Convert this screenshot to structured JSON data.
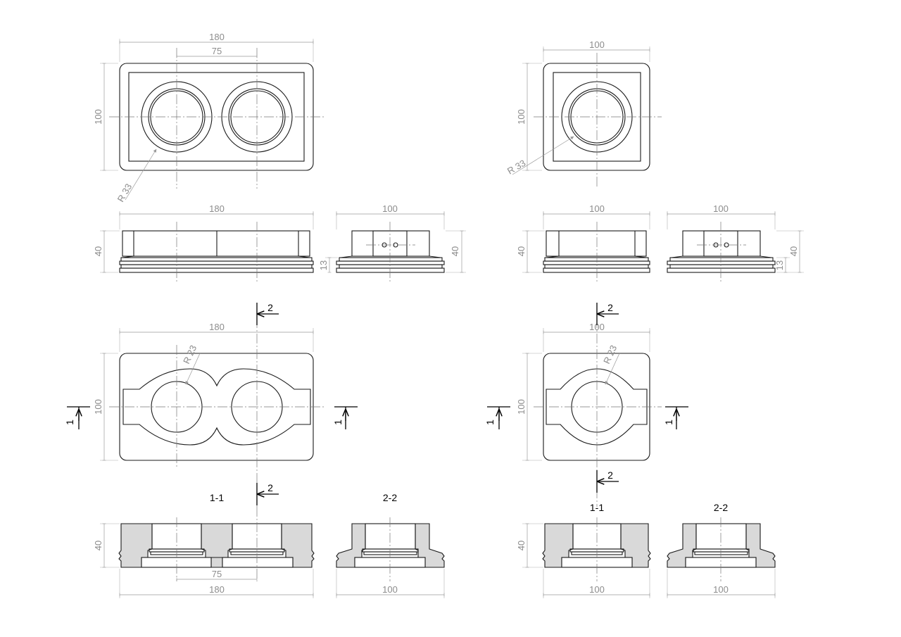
{
  "title": "",
  "dims": {
    "d180": "180",
    "d100": "100",
    "d75": "75",
    "d40": "40",
    "d13": "13",
    "r33": "R 33",
    "r23": "R 23"
  },
  "cuts": {
    "cut1": "1",
    "cut2": "2"
  },
  "sections": {
    "s11": "1-1",
    "s22": "2-2"
  },
  "colors": {
    "outline": "#1a1a1a",
    "dimension": "#9a9a9a",
    "section_fill": "#d9d9d9"
  }
}
